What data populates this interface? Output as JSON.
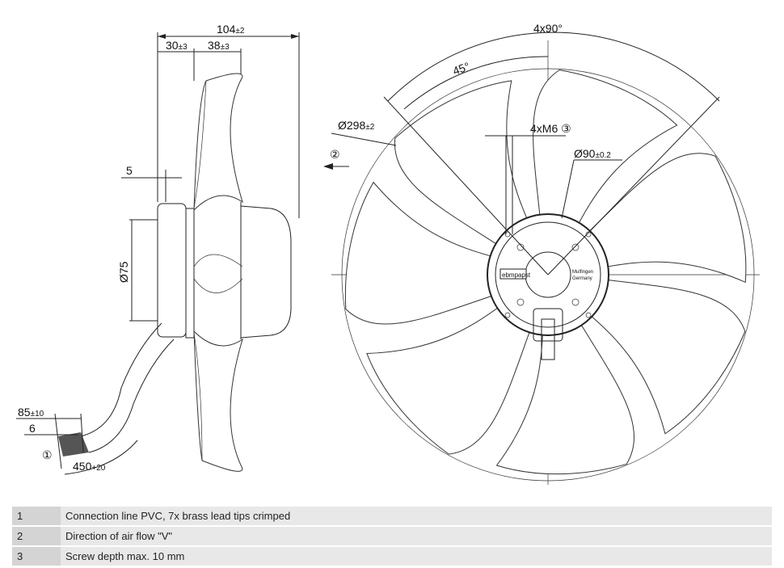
{
  "side_view": {
    "dim_total": "104",
    "dim_total_tol": "±2",
    "dim_a": "30",
    "dim_a_tol": "±3",
    "dim_b": "38",
    "dim_b_tol": "±3",
    "dim_5": "5",
    "dim_dia75": "Ø75",
    "dim_85": "85",
    "dim_85_tol": "±10",
    "dim_6": "6",
    "dim_450": "450",
    "dim_450_tol": "+20",
    "marker_1": "①"
  },
  "front_view": {
    "angle_4x90": "4x90°",
    "angle_45": "45°",
    "dia_298": "Ø298",
    "dia_298_tol": "±2",
    "marker_2": "②",
    "thread": "4xM6",
    "marker_3": "③",
    "dia_90": "Ø90",
    "dia_90_tol": "±0.2",
    "hub_label_1": "Mulfingen",
    "hub_label_2": "Germany",
    "logo": "ebmpapst"
  },
  "legend": [
    {
      "num": "1",
      "text": "Connection line PVC, 7x brass lead tips crimped"
    },
    {
      "num": "2",
      "text": "Direction of air flow \"V\""
    },
    {
      "num": "3",
      "text": "Screw depth max. 10 mm"
    }
  ]
}
